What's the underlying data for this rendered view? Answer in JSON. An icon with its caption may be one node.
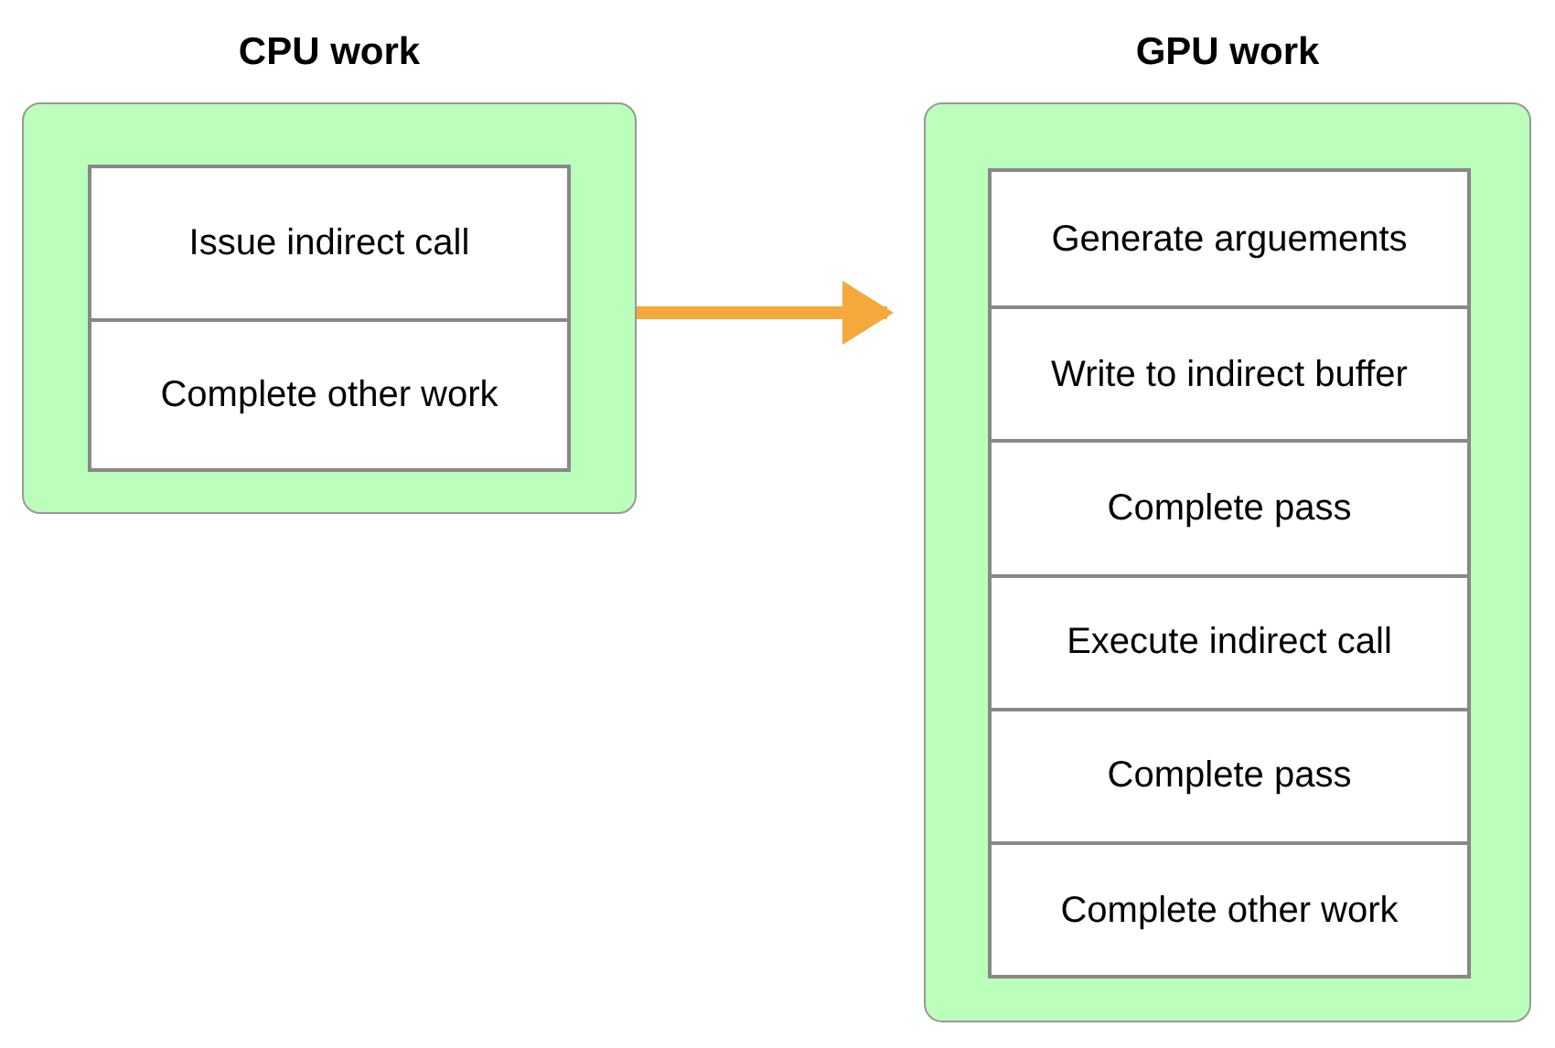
{
  "diagram": {
    "nodes": [
      {
        "text": [
          "CPU work"
        ]
      },
      {
        "text": [
          "Issue indirect call"
        ],
        "in": 0
      },
      {
        "text": [
          "Complete other work"
        ],
        "in": 0
      },
      {
        "text": [
          "GPU work"
        ]
      },
      {
        "text": [
          "Generate arguements"
        ],
        "in": 3
      },
      {
        "text": [
          "Write to indirect buffer"
        ],
        "in": 3
      },
      {
        "text": [
          "Complete pass"
        ],
        "in": 3
      },
      {
        "text": [
          "Execute indirect call"
        ],
        "in": 3
      },
      {
        "text": [
          "Complete pass"
        ],
        "in": 3
      },
      {
        "text": [
          "Complete other work"
        ],
        "in": 3
      }
    ],
    "edges": [
      {
        "from": 0,
        "to": 3,
        "arrow": "to",
        "color": "#f5a93c"
      }
    ]
  }
}
